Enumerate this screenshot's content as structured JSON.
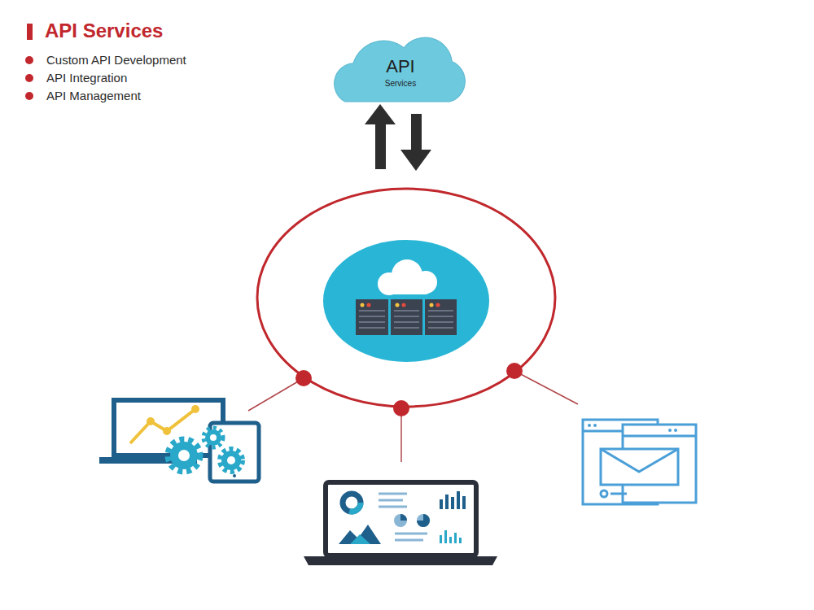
{
  "diagram": {
    "title": "API Services",
    "nodes": [
      {
        "text": [
          "API",
          "Services"
        ]
      }
    ],
    "labels": [
      "Custom API Development",
      "API Integration",
      "API Management"
    ]
  }
}
